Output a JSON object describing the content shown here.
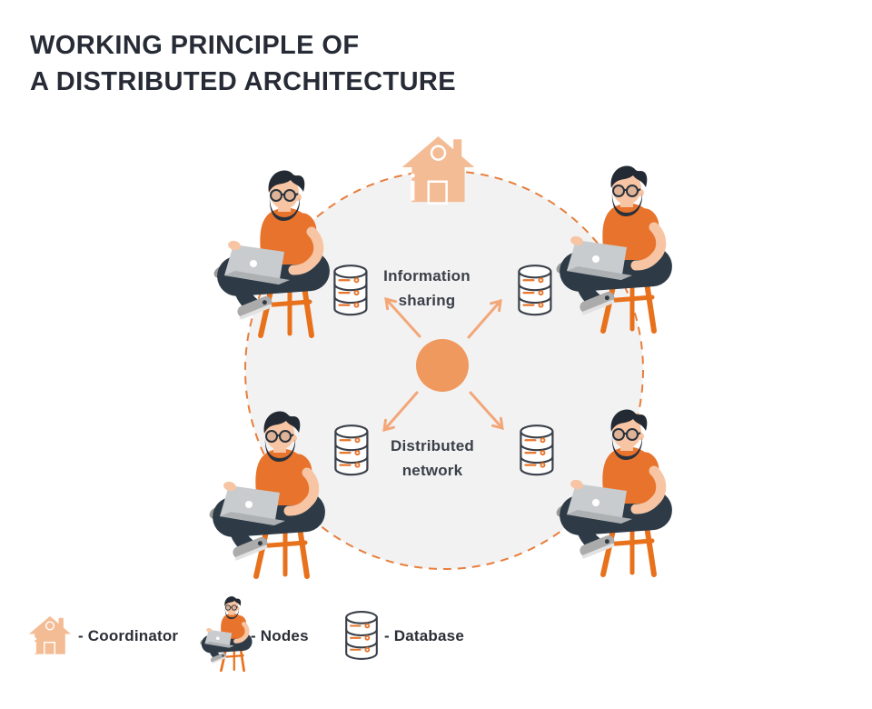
{
  "title": {
    "line1": "WORKING PRINCIPLE OF",
    "line2": "A DISTRIBUTED ARCHITECTURE"
  },
  "diagram": {
    "label_top": {
      "line1": "Information",
      "line2": "sharing"
    },
    "label_bottom": {
      "line1": "Distributed",
      "line2": "network"
    },
    "node_count": 4,
    "database_count": 4
  },
  "legend": {
    "coordinator": {
      "icon": "house-icon",
      "label": "- Coordinator"
    },
    "nodes": {
      "icon": "person-on-stool-icon",
      "label": "- Nodes"
    },
    "database": {
      "icon": "database-icon",
      "label": "- Database"
    }
  },
  "colors": {
    "title_text": "#262B36",
    "body_text": "#3A3F48",
    "accent_orange": "#E8762C",
    "stool_orange": "#E8711C",
    "house_peach": "#F4BC95",
    "hub_orange": "#F0995F",
    "arrow_orange": "#F3A778",
    "dashed_border": "#E87E3C",
    "circle_fill": "#F2F2F3",
    "outline_dark": "#3A4049",
    "pants_dark": "#2E3B47",
    "skin": "#F7C5A4",
    "laptop_gray": "#C9CCCE"
  }
}
